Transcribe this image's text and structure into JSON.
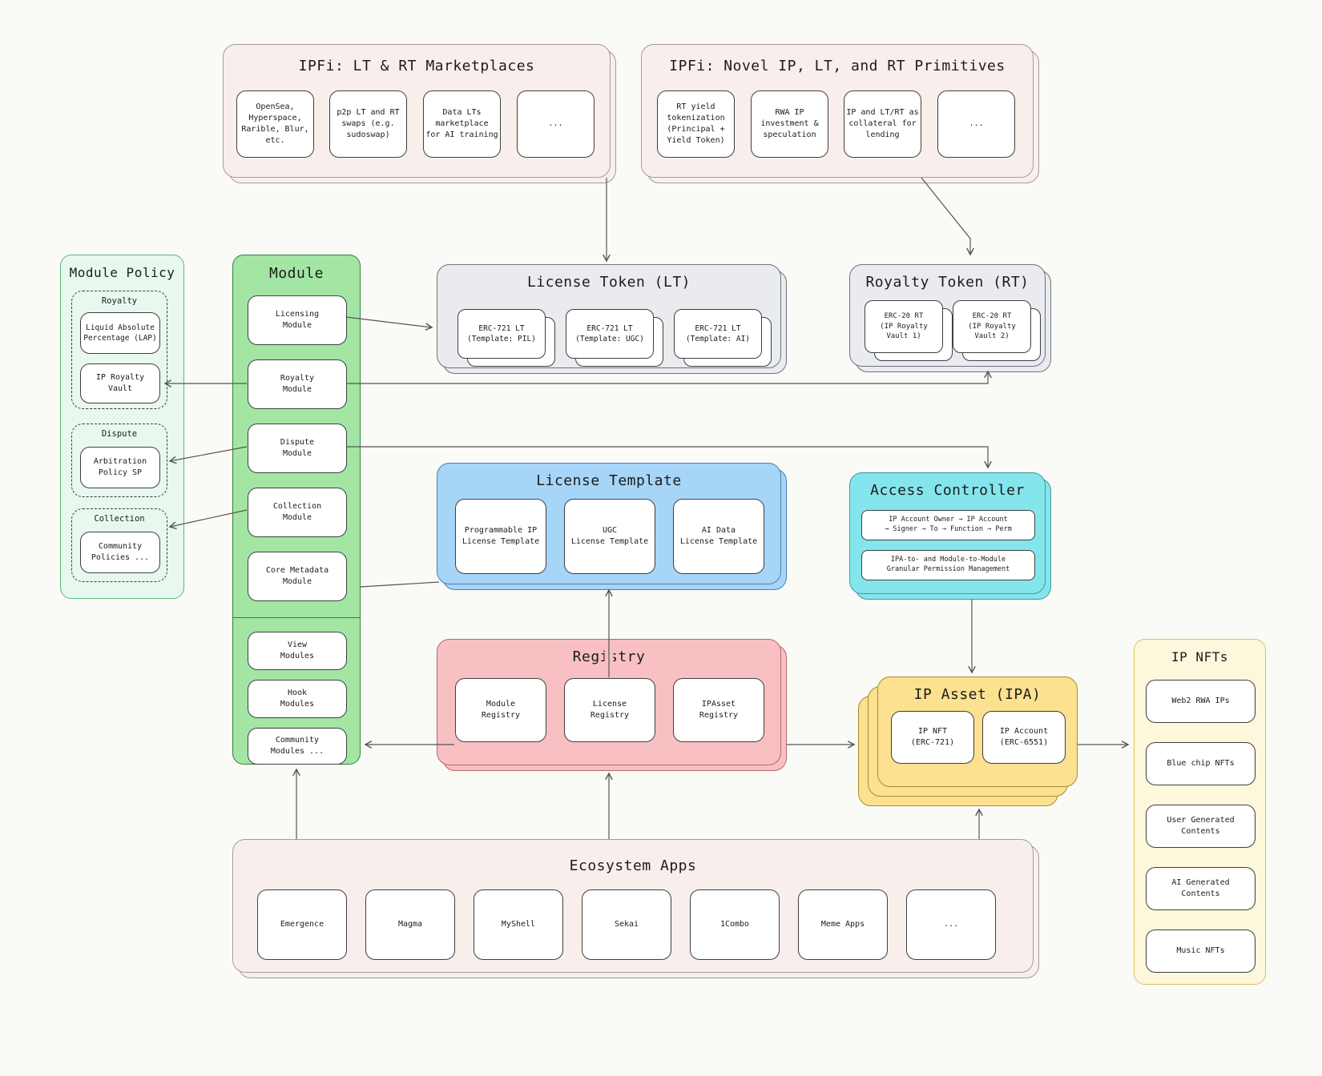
{
  "diagram": {
    "marketplaces": {
      "title": "IPFi: LT & RT Marketplaces",
      "items": [
        "OpenSea,\nHyperspace,\nRarible, Blur,\netc.",
        "p2p LT and RT\nswaps (e.g.\nsudoswap)",
        "Data LTs\nmarketplace\nfor AI training",
        "..."
      ]
    },
    "primitives": {
      "title": "IPFi: Novel IP, LT, and RT Primitives",
      "items": [
        "RT yield\ntokenization\n(Principal +\nYield Token)",
        "RWA IP\ninvestment &\nspeculation",
        "IP and LT/RT as\ncollateral for\nlending",
        "..."
      ]
    },
    "module_policy": {
      "title": "Module Policy",
      "groups": [
        {
          "label": "Royalty",
          "items": [
            "Liquid Absolute\nPercentage (LAP)",
            "IP Royalty\nVault"
          ]
        },
        {
          "label": "Dispute",
          "items": [
            "Arbitration\nPolicy SP"
          ]
        },
        {
          "label": "Collection",
          "items": [
            "Community\nPolicies ..."
          ]
        }
      ]
    },
    "module": {
      "title": "Module",
      "core_items": [
        "Licensing\nModule",
        "Royalty\nModule",
        "Dispute\nModule",
        "Collection\nModule",
        "Core Metadata\nModule"
      ],
      "extra_items": [
        "View\nModules",
        "Hook\nModules",
        "Community\nModules ..."
      ]
    },
    "license_token": {
      "title": "License Token (LT)",
      "items": [
        "ERC-721 LT\n(Template: PIL)",
        "ERC-721 LT\n(Template: UGC)",
        "ERC-721 LT\n(Template: AI)"
      ]
    },
    "royalty_token": {
      "title": "Royalty Token (RT)",
      "items": [
        "ERC-20 RT\n(IP Royalty\nVault 1)",
        "ERC-20 RT\n(IP Royalty\nVault 2)"
      ]
    },
    "license_template": {
      "title": "License Template",
      "items": [
        "Programmable IP\nLicense Template",
        "UGC\nLicense Template",
        "AI Data\nLicense Template"
      ]
    },
    "access_controller": {
      "title": "Access Controller",
      "items": [
        "IP Account Owner → IP Account\n→ Signer → To → Function → Perm",
        "IPA-to- and Module-to-Module\nGranular Permission Management"
      ]
    },
    "registry": {
      "title": "Registry",
      "items": [
        "Module\nRegistry",
        "License\nRegistry",
        "IPAsset\nRegistry"
      ]
    },
    "ip_asset": {
      "title": "IP Asset (IPA)",
      "items": [
        "IP NFT\n(ERC-721)",
        "IP Account\n(ERC-6551)"
      ]
    },
    "ip_nfts": {
      "title": "IP NFTs",
      "items": [
        "Web2 RWA IPs",
        "Blue chip NFTs",
        "User Generated\nContents",
        "AI Generated\nContents",
        "Music NFTs"
      ]
    },
    "ecosystem": {
      "title": "Ecosystem Apps",
      "items": [
        "Emergence",
        "Magma",
        "MyShell",
        "Sekai",
        "1Combo",
        "Meme Apps",
        "..."
      ]
    },
    "colors": {
      "warm_panel": "#f8efec",
      "module_green": "#a3e6a4",
      "policy_mint": "#e9f8ee",
      "token_gray": "#e9ebee",
      "template_blue": "#a6d5f8",
      "controller_cyan": "#84e6ec",
      "registry_pink": "#f9c0c3",
      "ipa_yellow": "#fbe190",
      "nfts_cream": "#fdf7dc"
    }
  }
}
